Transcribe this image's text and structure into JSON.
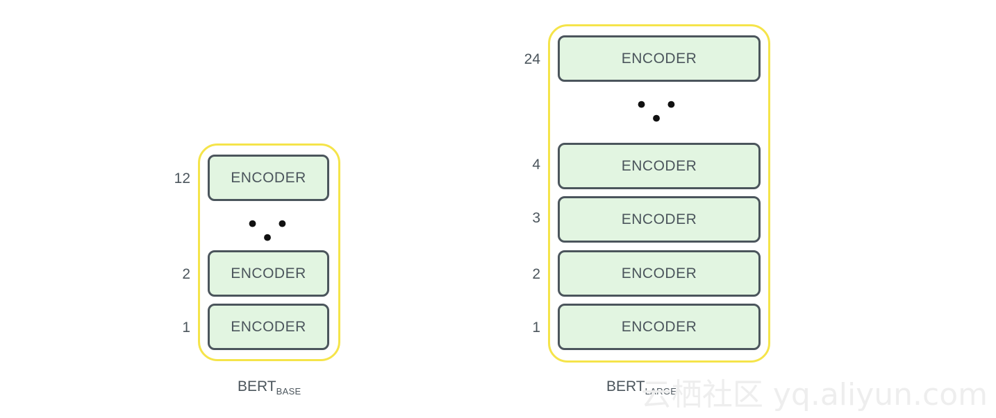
{
  "bert_base": {
    "encoder_label": "ENCODER",
    "layers": [
      "12",
      "2",
      "1"
    ],
    "ellipsis": "• • •",
    "name": "BERT",
    "name_sub": "BASE"
  },
  "bert_large": {
    "encoder_label": "ENCODER",
    "layers": [
      "24",
      "4",
      "3",
      "2",
      "1"
    ],
    "ellipsis": "• • •",
    "name": "BERT",
    "name_sub": "LARGE"
  },
  "watermark": "云栖社区 yq.aliyun.com",
  "colors": {
    "stack_border": "#f5e44a",
    "encoder_fill": "#e2f5e1",
    "encoder_border": "#4b555c",
    "text": "#4b555c"
  }
}
